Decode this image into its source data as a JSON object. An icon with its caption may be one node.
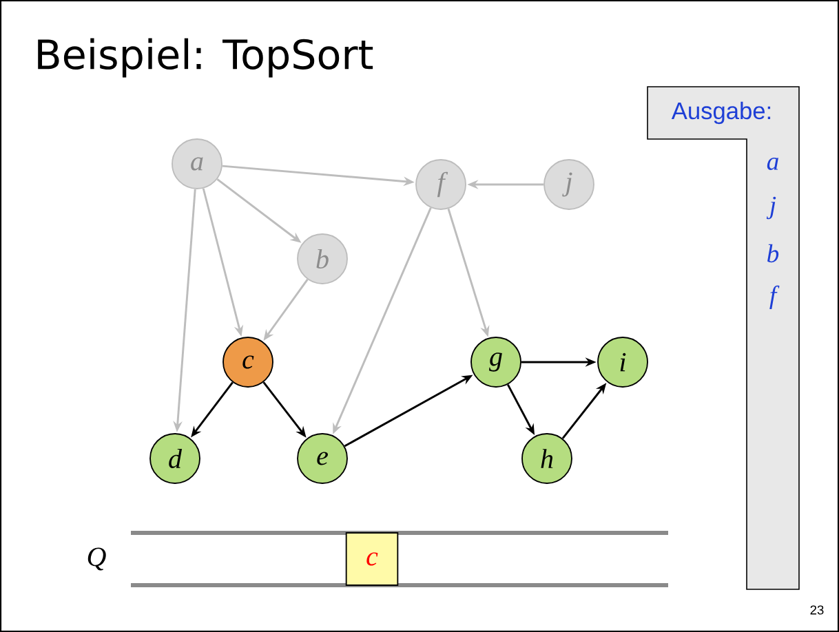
{
  "diagram": {
    "title": "Beispiel: TopSort",
    "nodes": [
      {
        "text": [
          "a"
        ]
      },
      {
        "text": [
          "f"
        ]
      },
      {
        "text": [
          "j"
        ]
      },
      {
        "text": [
          "b"
        ]
      },
      {
        "text": [
          "c"
        ]
      },
      {
        "text": [
          "g"
        ]
      },
      {
        "text": [
          "i"
        ]
      },
      {
        "text": [
          "d"
        ]
      },
      {
        "text": [
          "e"
        ]
      },
      {
        "text": [
          "h"
        ]
      },
      {
        "text": [
          "c"
        ]
      },
      {
        "text": [
          "Ausgabe:",
          "a",
          "j",
          "b",
          "f"
        ]
      }
    ],
    "edges": [
      {
        "from": 0,
        "to": 1,
        "arrow": "to"
      },
      {
        "from": 2,
        "to": 1,
        "arrow": "to"
      },
      {
        "from": 0,
        "to": 3,
        "arrow": "to"
      },
      {
        "from": 0,
        "to": 4,
        "arrow": "to"
      },
      {
        "from": 0,
        "to": 7,
        "arrow": "to"
      },
      {
        "from": 3,
        "to": 4,
        "arrow": "to"
      },
      {
        "from": 1,
        "to": 8,
        "arrow": "to"
      },
      {
        "from": 1,
        "to": 5,
        "arrow": "to"
      },
      {
        "from": 4,
        "to": 7,
        "arrow": "to",
        "color": "#000000"
      },
      {
        "from": 4,
        "to": 8,
        "arrow": "to",
        "color": "#000000"
      },
      {
        "from": 8,
        "to": 5,
        "arrow": "to",
        "color": "#000000"
      },
      {
        "from": 5,
        "to": 6,
        "arrow": "to",
        "color": "#000000"
      },
      {
        "from": 5,
        "to": 9,
        "arrow": "to",
        "color": "#000000"
      },
      {
        "from": 9,
        "to": 6,
        "arrow": "to",
        "color": "#000000"
      }
    ],
    "labels": [
      "Q",
      "23"
    ]
  }
}
